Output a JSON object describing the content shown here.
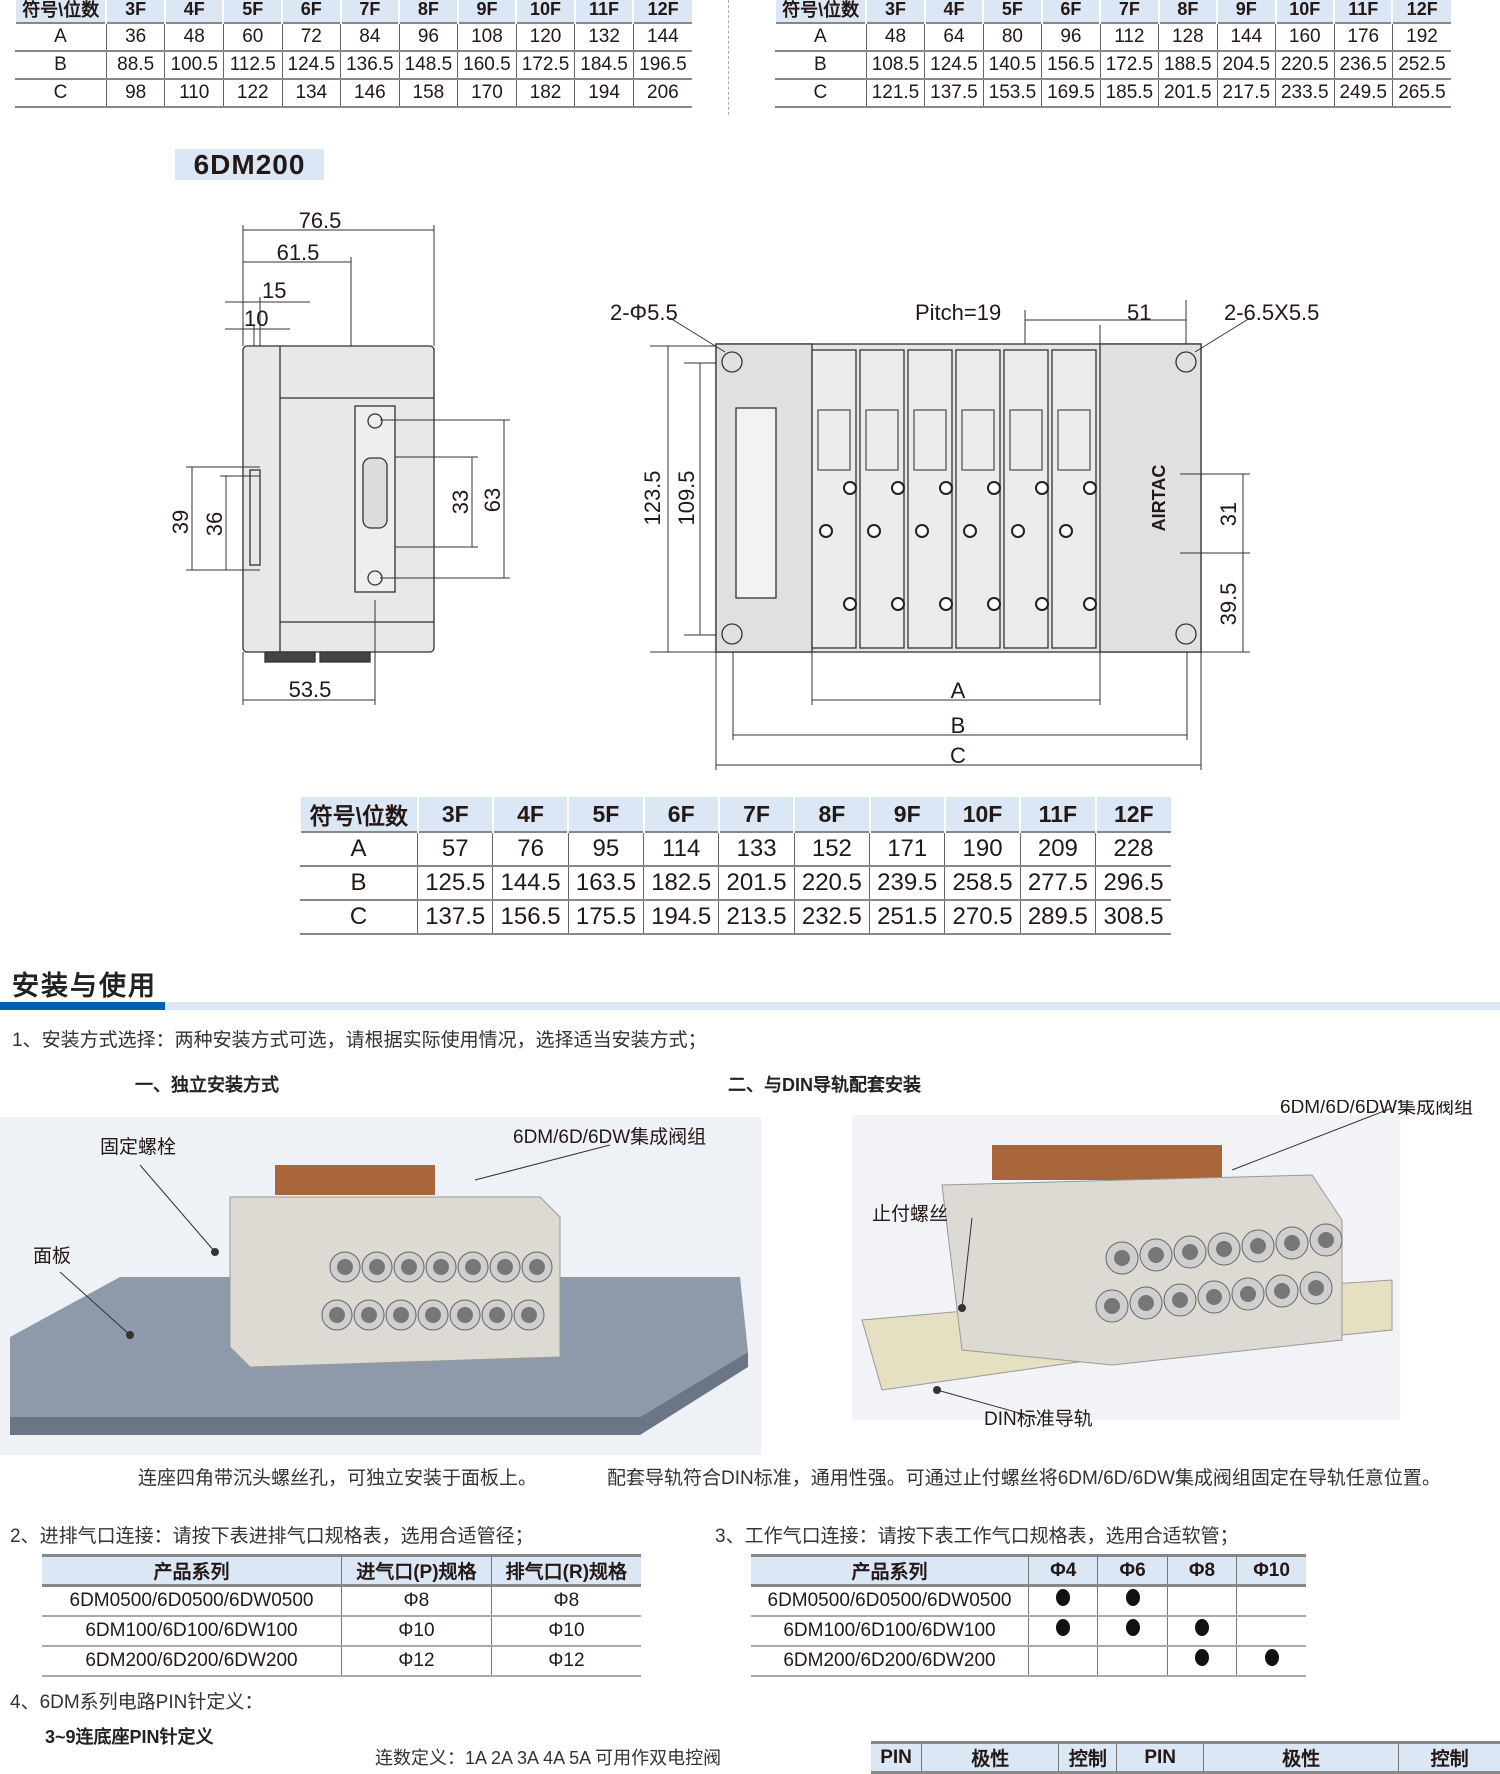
{
  "top_tables": [
    {
      "header": [
        "符号\\位数",
        "3F",
        "4F",
        "5F",
        "6F",
        "7F",
        "8F",
        "9F",
        "10F",
        "11F",
        "12F"
      ],
      "rows": [
        [
          "A",
          "36",
          "48",
          "60",
          "72",
          "84",
          "96",
          "108",
          "120",
          "132",
          "144"
        ],
        [
          "B",
          "88.5",
          "100.5",
          "112.5",
          "124.5",
          "136.5",
          "148.5",
          "160.5",
          "172.5",
          "184.5",
          "196.5"
        ],
        [
          "C",
          "98",
          "110",
          "122",
          "134",
          "146",
          "158",
          "170",
          "182",
          "194",
          "206"
        ]
      ]
    },
    {
      "header": [
        "符号\\位数",
        "3F",
        "4F",
        "5F",
        "6F",
        "7F",
        "8F",
        "9F",
        "10F",
        "11F",
        "12F"
      ],
      "rows": [
        [
          "A",
          "48",
          "64",
          "80",
          "96",
          "112",
          "128",
          "144",
          "160",
          "176",
          "192"
        ],
        [
          "B",
          "108.5",
          "124.5",
          "140.5",
          "156.5",
          "172.5",
          "188.5",
          "204.5",
          "220.5",
          "236.5",
          "252.5"
        ],
        [
          "C",
          "121.5",
          "137.5",
          "153.5",
          "169.5",
          "185.5",
          "201.5",
          "217.5",
          "233.5",
          "249.5",
          "265.5"
        ]
      ]
    }
  ],
  "model_label": "6DM200",
  "side_view": {
    "w_total": "76.5",
    "w_inner": "61.5",
    "d15": "15",
    "d10": "10",
    "bottom": "53.5",
    "h39": "39",
    "h36": "36",
    "h33": "33",
    "h63": "63"
  },
  "front_view": {
    "holes": "2-Φ5.5",
    "pitch": "Pitch=19",
    "d51": "51",
    "slots": "2-6.5X5.5",
    "h123": "123.5",
    "h109": "109.5",
    "h31": "31",
    "h39": "39.5",
    "A": "A",
    "B": "B",
    "C": "C",
    "brand": "AIRTAC"
  },
  "mid_table": {
    "header": [
      "符号\\位数",
      "3F",
      "4F",
      "5F",
      "6F",
      "7F",
      "8F",
      "9F",
      "10F",
      "11F",
      "12F"
    ],
    "rows": [
      [
        "A",
        "57",
        "76",
        "95",
        "114",
        "133",
        "152",
        "171",
        "190",
        "209",
        "228"
      ],
      [
        "B",
        "125.5",
        "144.5",
        "163.5",
        "182.5",
        "201.5",
        "220.5",
        "239.5",
        "258.5",
        "277.5",
        "296.5"
      ],
      [
        "C",
        "137.5",
        "156.5",
        "175.5",
        "194.5",
        "213.5",
        "232.5",
        "251.5",
        "270.5",
        "289.5",
        "308.5"
      ]
    ]
  },
  "section_title": "安装与使用",
  "item1": "1、安装方式选择：两种安装方式可选，请根据实际使用情况，选择适当安装方式；",
  "method1": {
    "title": "一、独立安装方式",
    "label_bolt": "固定螺栓",
    "label_panel": "面板",
    "label_valve": "6DM/6D/6DW集成阀组",
    "caption": "连座四角带沉头螺丝孔，可独立安装于面板上。"
  },
  "method2": {
    "title": "二、与DIN导轨配套安装",
    "label_valve": "6DM/6D/6DW集成阀组",
    "label_screw": "止付螺丝",
    "label_rail": "DIN标准导轨",
    "caption": "配套导轨符合DIN标准，通用性强。可通过止付螺丝将6DM/6D/6DW集成阀组固定在导轨任意位置。"
  },
  "item2": "2、进排气口连接：请按下表进排气口规格表，选用合适管径；",
  "item3": "3、工作气口连接：请按下表工作气口规格表，选用合适软管；",
  "port_table": {
    "header": [
      "产品系列",
      "进气口(P)规格",
      "排气口(R)规格"
    ],
    "rows": [
      [
        "6DM0500/6D0500/6DW0500",
        "Φ8",
        "Φ8"
      ],
      [
        "6DM100/6D100/6DW100",
        "Φ10",
        "Φ10"
      ],
      [
        "6DM200/6D200/6DW200",
        "Φ12",
        "Φ12"
      ]
    ]
  },
  "work_table": {
    "header": [
      "产品系列",
      "Φ4",
      "Φ6",
      "Φ8",
      "Φ10"
    ],
    "rows": [
      [
        "6DM0500/6D0500/6DW0500",
        true,
        true,
        false,
        false
      ],
      [
        "6DM100/6D100/6DW100",
        true,
        true,
        true,
        false
      ],
      [
        "6DM200/6D200/6DW200",
        false,
        false,
        true,
        true
      ]
    ]
  },
  "item4": "4、6DM系列电路PIN针定义：",
  "pin_subtitle": "3~9连底座PIN针定义",
  "pin_note": "连数定义：1A  2A  3A  4A  5A  可用作双电控阀",
  "pin_table_header": [
    "PIN",
    "极性",
    "控制",
    "PIN",
    "极性",
    "控制"
  ],
  "colors": {
    "header_bg": "#dbe7f5",
    "accent": "#0060b0"
  }
}
